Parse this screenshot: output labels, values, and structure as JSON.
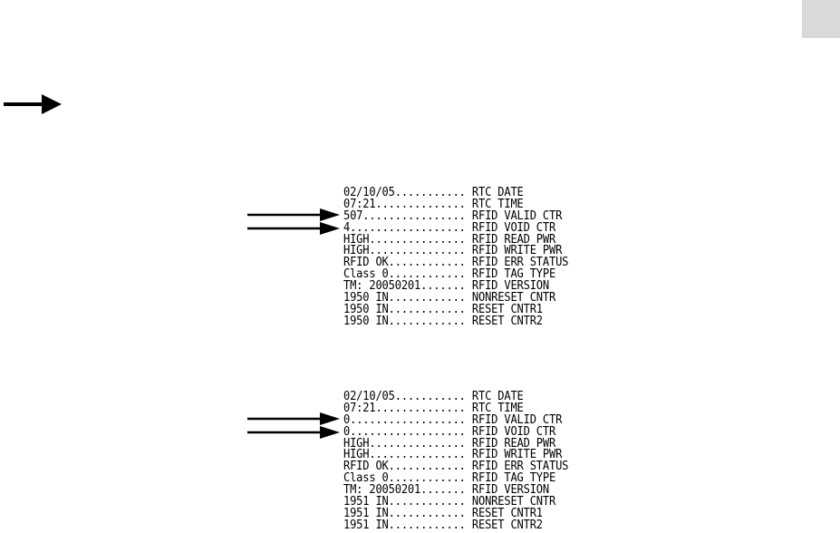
{
  "colors": {
    "text": "#000000",
    "corner_tab": "#d9d9d9",
    "background": "#ffffff"
  },
  "icons": {
    "page_arrow": "right-arrow-icon",
    "pointer": "right-pointer-arrow-icon"
  },
  "readouts": [
    {
      "lines": [
        {
          "value": "02/10/05",
          "dots": "...........",
          "label": "RTC DATE"
        },
        {
          "value": "07:21",
          "dots": "..............",
          "label": "RTC TIME"
        },
        {
          "value": "507",
          "dots": "................",
          "label": "RFID VALID CTR"
        },
        {
          "value": "4",
          "dots": "..................",
          "label": "RFID VOID CTR"
        },
        {
          "value": "HIGH",
          "dots": "...............",
          "label": "RFID READ PWR"
        },
        {
          "value": "HIGH",
          "dots": "...............",
          "label": "RFID WRITE PWR"
        },
        {
          "value": "RFID OK",
          "dots": "............",
          "label": "RFID ERR STATUS"
        },
        {
          "value": "Class 0",
          "dots": "............",
          "label": "RFID TAG TYPE"
        },
        {
          "value": "TM: 20050201",
          "dots": ".......",
          "label": "RFID VERSION"
        },
        {
          "value": "1950 IN",
          "dots": "............",
          "label": "NONRESET CNTR"
        },
        {
          "value": "1950 IN",
          "dots": "............",
          "label": "RESET CNTR1"
        },
        {
          "value": "1950 IN",
          "dots": "............",
          "label": "RESET CNTR2"
        }
      ]
    },
    {
      "lines": [
        {
          "value": "02/10/05",
          "dots": "...........",
          "label": "RTC DATE"
        },
        {
          "value": "07:21",
          "dots": "..............",
          "label": "RTC TIME"
        },
        {
          "value": "0",
          "dots": "..................",
          "label": "RFID VALID CTR"
        },
        {
          "value": "0",
          "dots": "..................",
          "label": "RFID VOID CTR"
        },
        {
          "value": "HIGH",
          "dots": "...............",
          "label": "RFID READ PWR"
        },
        {
          "value": "HIGH",
          "dots": "...............",
          "label": "RFID WRITE PWR"
        },
        {
          "value": "RFID OK",
          "dots": "............",
          "label": "RFID ERR STATUS"
        },
        {
          "value": "Class 0",
          "dots": "............",
          "label": "RFID TAG TYPE"
        },
        {
          "value": "TM: 20050201",
          "dots": ".......",
          "label": "RFID VERSION"
        },
        {
          "value": "1951 IN",
          "dots": "............",
          "label": "NONRESET CNTR"
        },
        {
          "value": "1951 IN",
          "dots": "............",
          "label": "RESET CNTR1"
        },
        {
          "value": "1951 IN",
          "dots": "............",
          "label": "RESET CNTR2"
        }
      ]
    }
  ]
}
